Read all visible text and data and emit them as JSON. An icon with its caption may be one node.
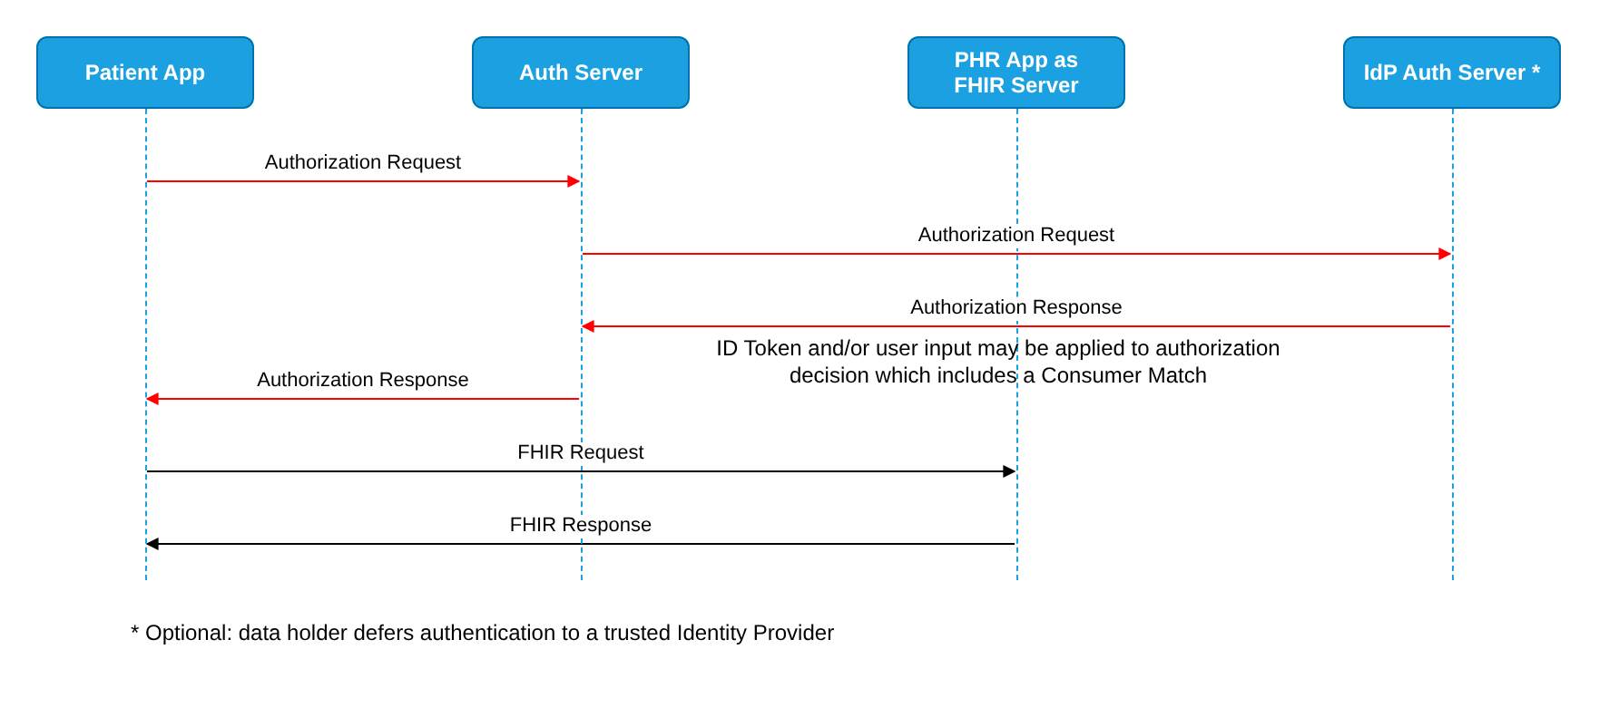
{
  "diagram": {
    "nodes": [
      {
        "text": [
          "Patient App"
        ]
      },
      {
        "text": [
          "Auth Server"
        ]
      },
      {
        "text": [
          "PHR App as FHIR Server"
        ]
      },
      {
        "text": [
          "IdP Auth Server *"
        ]
      },
      {
        "text": [],
        "shape": "line"
      },
      {
        "text": [],
        "shape": "line"
      },
      {
        "text": [],
        "shape": "line"
      },
      {
        "text": [],
        "shape": "line"
      }
    ],
    "edges": [
      {
        "from": 4,
        "to": 5,
        "arrow": "to",
        "label": "Authorization Request"
      },
      {
        "from": 5,
        "to": 7,
        "arrow": "to",
        "label": "Authorization Request"
      },
      {
        "from": 7,
        "to": 5,
        "arrow": "to",
        "label": "Authorization Response"
      },
      {
        "from": 5,
        "to": 4,
        "arrow": "to",
        "label": "Authorization Response"
      },
      {
        "from": 4,
        "to": 6,
        "arrow": "to",
        "label": "FHIR Request",
        "color": "#000000"
      },
      {
        "from": 6,
        "to": 4,
        "arrow": "to",
        "label": "FHIR Response",
        "color": "#000000"
      }
    ],
    "labels": [
      "ID Token and/or user input may be applied to authorization decision which includes a Consumer Match",
      "* Optional: data holder defers authentication to a trusted Identity Provider"
    ]
  }
}
